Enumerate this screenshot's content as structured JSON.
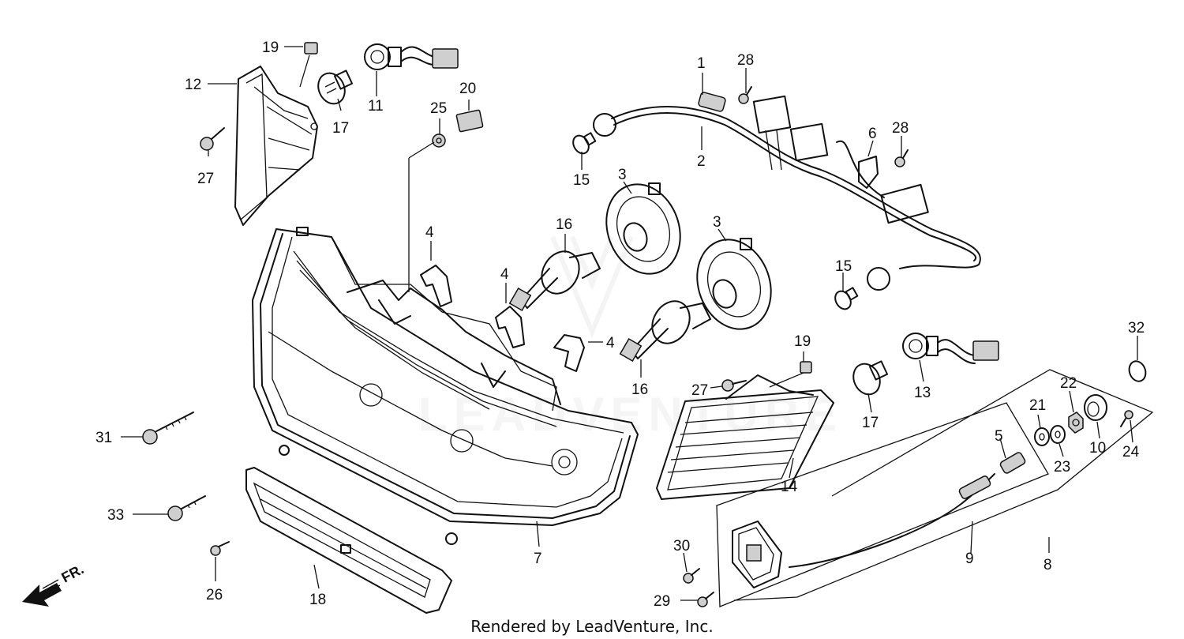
{
  "callouts": [
    {
      "id": "c1",
      "text": "1"
    },
    {
      "id": "c2",
      "text": "2"
    },
    {
      "id": "c3a",
      "text": "3"
    },
    {
      "id": "c3b",
      "text": "3"
    },
    {
      "id": "c4a",
      "text": "4"
    },
    {
      "id": "c4b",
      "text": "4"
    },
    {
      "id": "c4c",
      "text": "4"
    },
    {
      "id": "c5",
      "text": "5"
    },
    {
      "id": "c6",
      "text": "6"
    },
    {
      "id": "c7",
      "text": "7"
    },
    {
      "id": "c8",
      "text": "8"
    },
    {
      "id": "c9",
      "text": "9"
    },
    {
      "id": "c10",
      "text": "10"
    },
    {
      "id": "c11",
      "text": "11"
    },
    {
      "id": "c12",
      "text": "12"
    },
    {
      "id": "c13",
      "text": "13"
    },
    {
      "id": "c14",
      "text": "14"
    },
    {
      "id": "c15a",
      "text": "15"
    },
    {
      "id": "c15b",
      "text": "15"
    },
    {
      "id": "c16a",
      "text": "16"
    },
    {
      "id": "c16b",
      "text": "16"
    },
    {
      "id": "c17a",
      "text": "17"
    },
    {
      "id": "c17b",
      "text": "17"
    },
    {
      "id": "c18",
      "text": "18"
    },
    {
      "id": "c19a",
      "text": "19"
    },
    {
      "id": "c19b",
      "text": "19"
    },
    {
      "id": "c20",
      "text": "20"
    },
    {
      "id": "c21",
      "text": "21"
    },
    {
      "id": "c22",
      "text": "22"
    },
    {
      "id": "c23",
      "text": "23"
    },
    {
      "id": "c24",
      "text": "24"
    },
    {
      "id": "c25",
      "text": "25"
    },
    {
      "id": "c26",
      "text": "26"
    },
    {
      "id": "c27a",
      "text": "27"
    },
    {
      "id": "c27b",
      "text": "27"
    },
    {
      "id": "c28a",
      "text": "28"
    },
    {
      "id": "c28b",
      "text": "28"
    },
    {
      "id": "c29",
      "text": "29"
    },
    {
      "id": "c30",
      "text": "30"
    },
    {
      "id": "c31",
      "text": "31"
    },
    {
      "id": "c32",
      "text": "32"
    },
    {
      "id": "c33",
      "text": "33"
    }
  ],
  "direction_label": "FR.",
  "credit": "Rendered by LeadVenture, Inc.",
  "watermark_text": "LEADVENTURE"
}
